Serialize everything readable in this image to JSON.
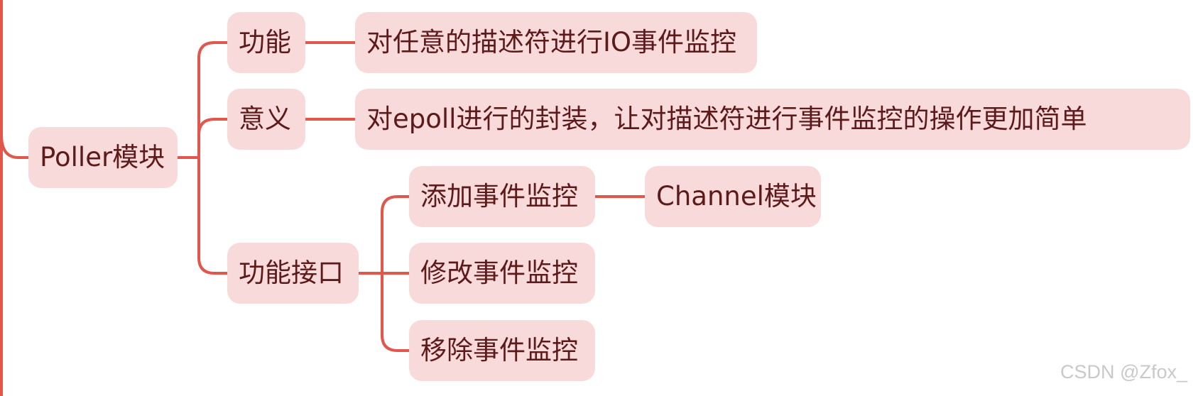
{
  "theme": {
    "line_color": "#e2574c",
    "node_fill": "#f9dada",
    "text_color": "#5c1a1a"
  },
  "root": {
    "label": "Poller模块",
    "children": [
      {
        "label": "功能",
        "children": [
          {
            "label": "对任意的描述符进行IO事件监控"
          }
        ]
      },
      {
        "label": "意义",
        "children": [
          {
            "label": "对epoll进行的封装，让对描述符进行事件监控的操作更加简单"
          }
        ]
      },
      {
        "label": "功能接口",
        "children": [
          {
            "label": "添加事件监控",
            "children": [
              {
                "label": "Channel模块"
              }
            ]
          },
          {
            "label": "修改事件监控"
          },
          {
            "label": "移除事件监控"
          }
        ]
      }
    ]
  },
  "watermark": "CSDN @Zfox_"
}
